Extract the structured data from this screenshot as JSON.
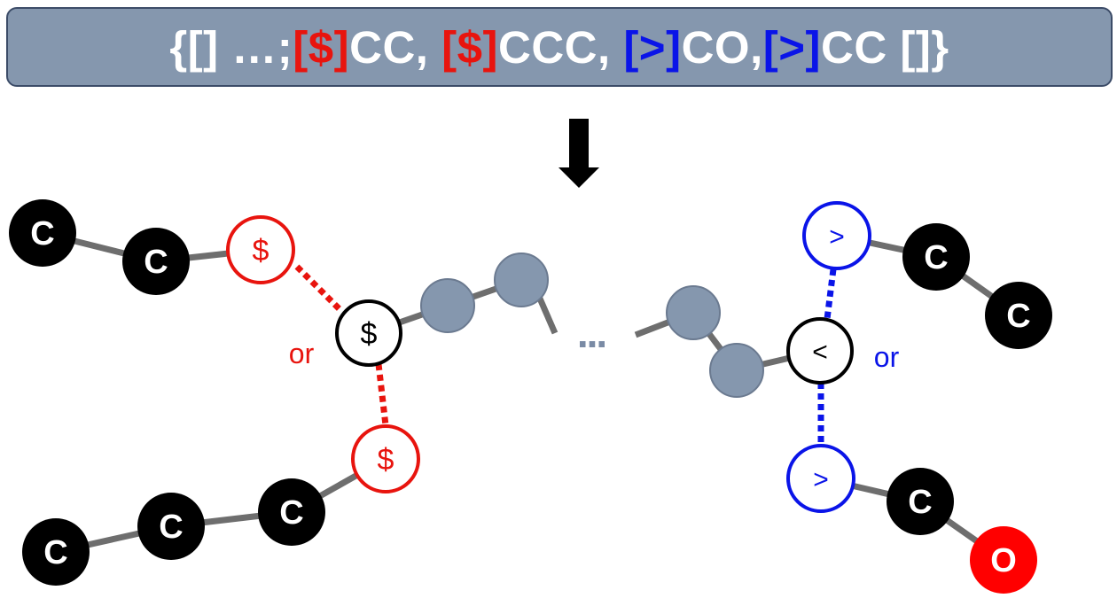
{
  "banner": {
    "segments": [
      {
        "text": "{[] …;",
        "color": "white"
      },
      {
        "text": "[$]",
        "color": "red"
      },
      {
        "text": "CC, ",
        "color": "white"
      },
      {
        "text": "[$]",
        "color": "red"
      },
      {
        "text": "CCC, ",
        "color": "white"
      },
      {
        "text": "[>]",
        "color": "blue"
      },
      {
        "text": "CO,",
        "color": "white"
      },
      {
        "text": "[>]",
        "color": "blue"
      },
      {
        "text": "CC []}",
        "color": "white"
      }
    ]
  },
  "diagram": {
    "carbon_label": "C",
    "oxygen_label": "O",
    "dollar_label": "$",
    "greater_label": ">",
    "less_label": "<",
    "or_label": "or",
    "ellipsis_label": "..."
  },
  "colors": {
    "banner_fill": "#8597ae",
    "banner_border": "#3c4c68",
    "red": "#e8140e",
    "blue": "#0a14e8",
    "atom_black": "#000000",
    "oxygen_red": "#ff0000",
    "backbone_bead": "#8597ae",
    "bond_gray": "#6e6e6e",
    "arrow": "#000000"
  }
}
